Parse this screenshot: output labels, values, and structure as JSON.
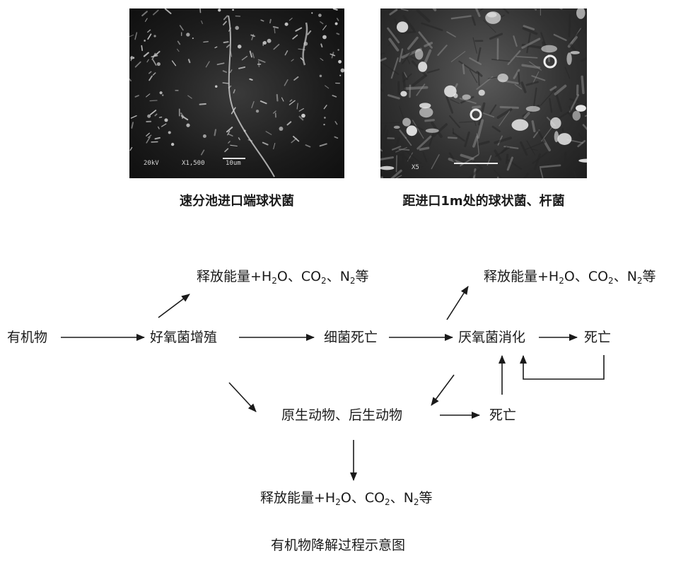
{
  "images": [
    {
      "caption": "速分池进口端球状菌",
      "scale_bar": {
        "voltage": "20kV",
        "magnification": "X1,500",
        "scale": "10um"
      }
    },
    {
      "caption": "距进口1m处的球状菌、杆菌",
      "scale_bar": {
        "magnification": "X5"
      }
    }
  ],
  "diagram": {
    "title": "有机物降解过程示意图",
    "nodes": {
      "organic": "有机物",
      "aerobic": "好氧菌增殖",
      "bacteria_death": "细菌死亡",
      "anaerobic": "厌氧菌消化",
      "death_right": "死亡",
      "protozoa": "原生动物、后生动物",
      "death_lower": "死亡",
      "release_top_left": {
        "prefix": "释放能量+H",
        "sub1": "2",
        "mid1": "O、CO",
        "sub2": "2",
        "mid2": "、N",
        "sub3": "2",
        "suffix": "等"
      },
      "release_top_right": {
        "prefix": "释放能量+H",
        "sub1": "2",
        "mid1": "O、CO",
        "sub2": "2",
        "mid2": "、N",
        "sub3": "2",
        "suffix": "等"
      },
      "release_bottom": {
        "prefix": "释放能量+H",
        "sub1": "2",
        "mid1": "O、CO",
        "sub2": "2",
        "mid2": "、N",
        "sub3": "2",
        "suffix": "等"
      }
    }
  }
}
